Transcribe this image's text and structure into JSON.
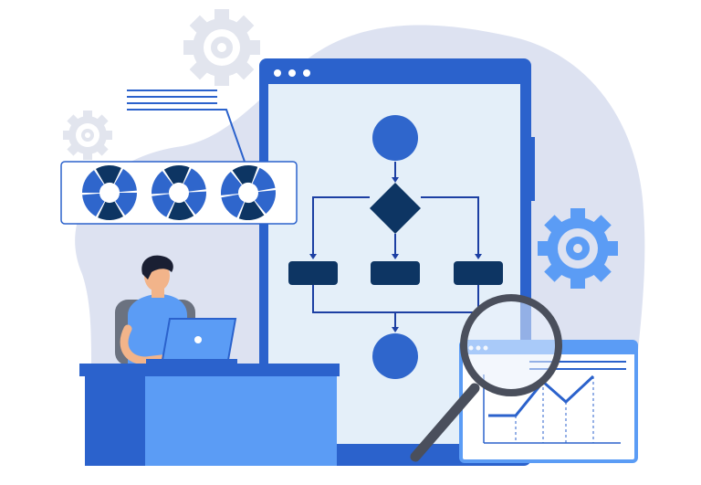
{
  "illustration": {
    "subject": "workflow-analysis",
    "colors": {
      "background_blob": "#dde2f1",
      "gear_light": "#e2e5ee",
      "gear_blue": "#5b9cf5",
      "frame_blue": "#2b62cc",
      "screen": "#e4eff9",
      "node_blue": "#2f66cc",
      "node_dark": "#0d3563",
      "line": "#1c3fa3",
      "desk_top": "#2b62cc",
      "desk_body": "#5b9cf5",
      "magnifier": "#4a4f5c"
    },
    "icons": [
      "gear-icon",
      "flowchart",
      "pie-chart-icon",
      "line-chart-icon",
      "magnifier-icon",
      "laptop-icon",
      "person"
    ]
  }
}
